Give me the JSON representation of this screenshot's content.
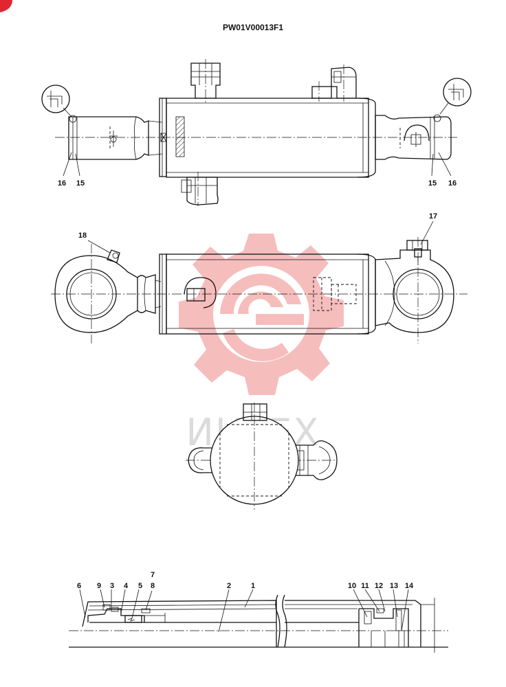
{
  "drawing": {
    "code": "PW01V00013F1",
    "watermark_text": "ИНТЕХ",
    "watermark_color": "#f3a7a7",
    "badge_color": "#e0262f"
  },
  "callouts": {
    "c1": "1",
    "c2": "2",
    "c3": "3",
    "c4": "4",
    "c5": "5",
    "c6": "6",
    "c7": "7",
    "c8": "8",
    "c9": "9",
    "c10": "10",
    "c11": "11",
    "c12": "12",
    "c13": "13",
    "c14": "14",
    "c15a": "15",
    "c15b": "15",
    "c16a": "16",
    "c16b": "16",
    "c17": "17",
    "c18": "18"
  }
}
